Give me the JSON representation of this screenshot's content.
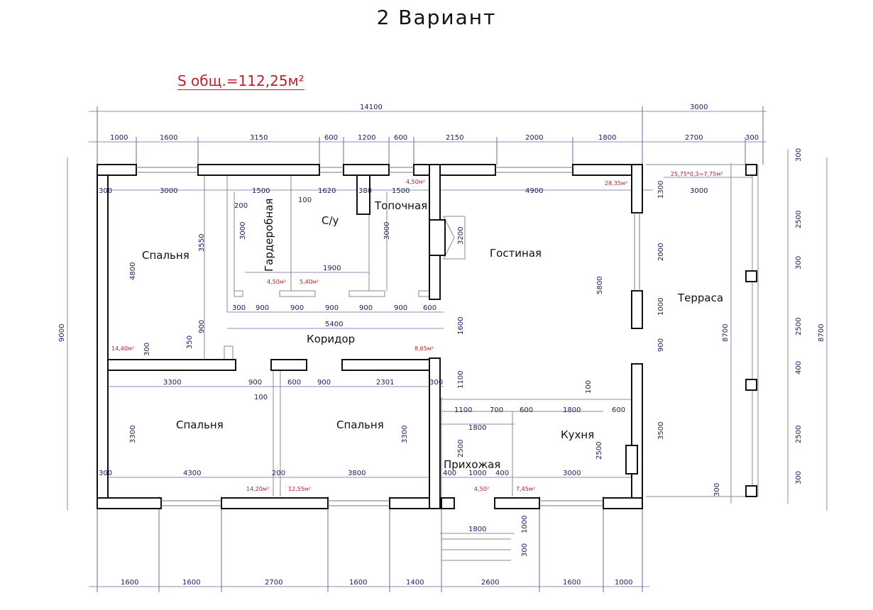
{
  "title": "2 Вариант",
  "total_area": "S общ.=112,25м²",
  "rooms": {
    "bedroom_1": "Спальня",
    "bedroom_2": "Спальня",
    "bedroom_3": "Спальня",
    "wardrobe": "Гардеробная",
    "bathroom": "С/у",
    "boiler": "Топочная",
    "living": "Гостиная",
    "corridor": "Коридор",
    "hall": "Прихожая",
    "kitchen": "Кухня",
    "terrace": "Терраса"
  },
  "room_areas": {
    "bedroom_1": "14,40м²",
    "bedroom_2": "14,20м²",
    "bedroom_3": "12,55м²",
    "wardrobe": "4,50м²",
    "bathroom": "5,40м²",
    "boiler": "4,50м²",
    "living": "28,35м²",
    "corridor": "8,65м²",
    "hall": "4,50²",
    "kitchen": "7,45м²",
    "terrace": "25,75*0,3=7,75м²"
  },
  "dims": {
    "top_total": "14100",
    "top_terrace": "3000",
    "top_row": [
      "1000",
      "1600",
      "3150",
      "600",
      "1200",
      "600",
      "2150",
      "2000",
      "1800",
      "2700",
      "300"
    ],
    "inner_top": [
      "300",
      "3000",
      "1500",
      "1620",
      "380",
      "1500",
      "4900",
      "3000"
    ],
    "left_9000": "9000",
    "right_8700a": "8700",
    "right_8700b": "8700",
    "bedroom_4800": "4800",
    "wardrobe_3550": "3550",
    "wardrobe_3000": "3000",
    "bath_3000": "3000",
    "d200": "200",
    "d100": "100",
    "d1900": "1900",
    "boiler_3200": "3200",
    "corr_row": [
      "300",
      "900",
      "900",
      "900",
      "900",
      "900",
      "600"
    ],
    "corr_5400": "5400",
    "corr_1600": "1600",
    "d350": "350",
    "d900v": "900",
    "d300v": "300",
    "mid_row": [
      "3300",
      "900",
      "600",
      "900",
      "2301",
      "300"
    ],
    "d100b": "100",
    "d1100": "1100",
    "bed_3300a": "3300",
    "bed_3300b": "3300",
    "bottom_inner": [
      "300",
      "4300",
      "200",
      "3800"
    ],
    "hall_row": [
      "400",
      "1000",
      "400",
      "3000"
    ],
    "hall_2500": "2500",
    "hall_1800": "1800",
    "kitchen_row": [
      "1100",
      "700",
      "600",
      "1800",
      "600"
    ],
    "kitchen_1800": "1800",
    "kitchen_2500": "2500",
    "kitchen_3500": "3500",
    "living_5800": "5800",
    "living_1300": "1300",
    "living_2000": "2000",
    "living_1000": "1000",
    "living_900": "900",
    "living_100": "100",
    "terr_right": [
      "300",
      "2500",
      "300",
      "2500",
      "400",
      "2500",
      "300"
    ],
    "terr_300": "300",
    "porch_1800": "1800",
    "porch_1000": "1000",
    "porch_300": "300",
    "bottom_row": [
      "1600",
      "1600",
      "2700",
      "1600",
      "1400",
      "2600",
      "1600",
      "1000"
    ]
  }
}
